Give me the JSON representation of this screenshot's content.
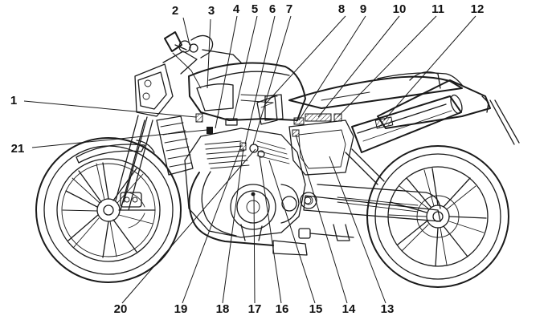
{
  "callouts": [
    {
      "id": "1",
      "label": "1"
    },
    {
      "id": "2",
      "label": "2"
    },
    {
      "id": "3",
      "label": "3"
    },
    {
      "id": "4",
      "label": "4"
    },
    {
      "id": "5",
      "label": "5"
    },
    {
      "id": "6",
      "label": "6"
    },
    {
      "id": "7",
      "label": "7"
    },
    {
      "id": "8",
      "label": "8"
    },
    {
      "id": "9",
      "label": "9"
    },
    {
      "id": "10",
      "label": "10"
    },
    {
      "id": "11",
      "label": "11"
    },
    {
      "id": "12",
      "label": "12"
    },
    {
      "id": "13",
      "label": "13"
    },
    {
      "id": "14",
      "label": "14"
    },
    {
      "id": "15",
      "label": "15"
    },
    {
      "id": "16",
      "label": "16"
    },
    {
      "id": "17",
      "label": "17"
    },
    {
      "id": "18",
      "label": "18"
    },
    {
      "id": "19",
      "label": "19"
    },
    {
      "id": "20",
      "label": "20"
    },
    {
      "id": "21",
      "label": "21"
    }
  ],
  "colors": {
    "ink": "#1a1a1a",
    "background": "#ffffff"
  }
}
